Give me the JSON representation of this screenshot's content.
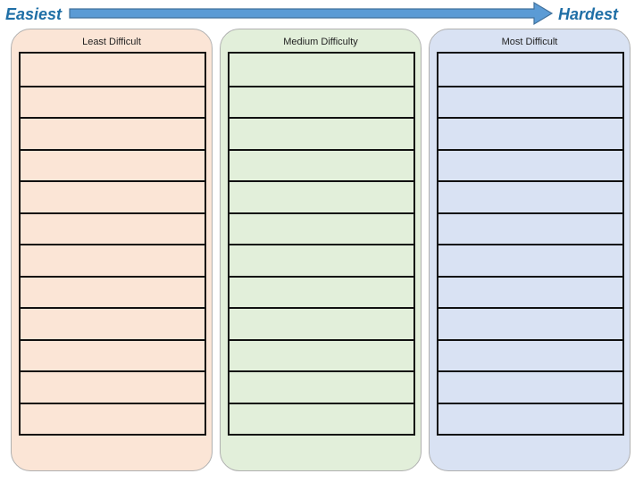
{
  "header": {
    "left_label": "Easiest",
    "right_label": "Hardest"
  },
  "columns": [
    {
      "title": "Least Difficult",
      "fill": "#fbe5d6",
      "row_count": 12
    },
    {
      "title": "Medium Difficulty",
      "fill": "#e2efda",
      "row_count": 12
    },
    {
      "title": "Most Difficult",
      "fill": "#d9e2f3",
      "row_count": 12
    }
  ],
  "colors": {
    "label_text": "#1f6fa6",
    "arrow_fill": "#5b9bd5",
    "arrow_stroke": "#41719c",
    "grid_line": "#111111"
  }
}
